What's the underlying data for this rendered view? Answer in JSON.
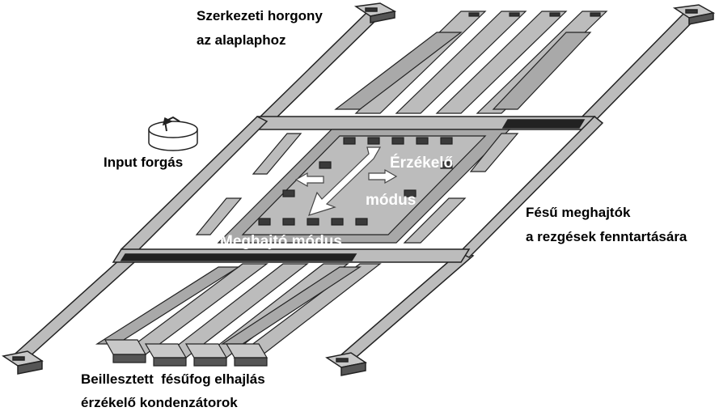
{
  "labels": {
    "anchor_line1": "Szerkezeti horgony",
    "anchor_line2": "az alaplaphoz",
    "input_rotation": "Input forgás",
    "sense_line1": "Érzékelő",
    "sense_line2": "módus",
    "drive_mode": "Meghajtó módus",
    "comb_drive_line1": "Fésű meghajtók",
    "comb_drive_line2": "a rezgések fenntartására",
    "sense_caps_line1": "Beillesztett  fésűfog elhajlás",
    "sense_caps_line2": "érzékelő kondenzátorok"
  },
  "colors": {
    "structure_top": "#bcbcbc",
    "structure_side": "#6a6a6a",
    "structure_dark": "#222222",
    "arrow": "#ffffff"
  }
}
